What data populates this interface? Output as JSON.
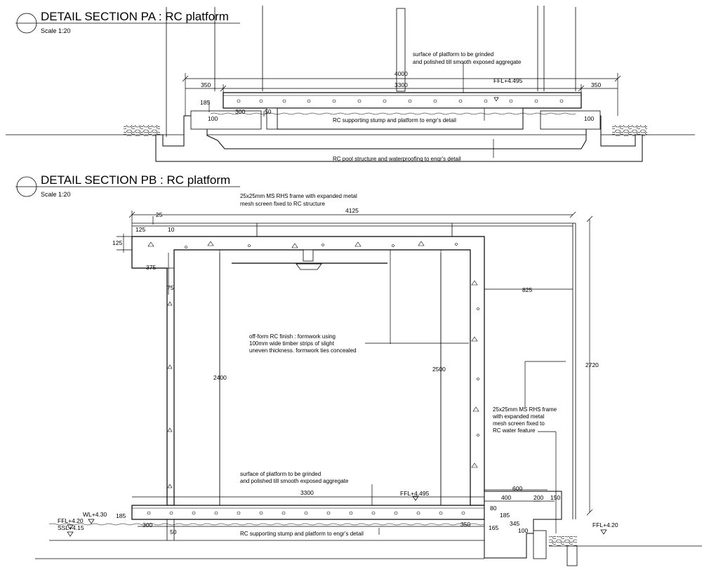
{
  "section_pa": {
    "title": "DETAIL SECTION PA : RC platform",
    "scale": "Scale 1:20",
    "note_surface_1": "surface of platform to be grinded",
    "note_surface_2": "and polished till smooth exposed aggregate",
    "note_stump": "RC supporting stump and platform to engr's detail",
    "note_pool": "RC pool structure and waterproofing to engr's detail",
    "ffl": "FFL+4.495",
    "dims": {
      "overall": "4000",
      "inner": "3300",
      "left_overhang": "350",
      "right_overhang": "350",
      "left_depth": "185",
      "left_stump": "300",
      "left_gap": "50",
      "left_edge": "100",
      "right_edge": "100"
    }
  },
  "section_pb": {
    "title": "DETAIL SECTION PB : RC platform",
    "scale": "Scale 1:20",
    "note_frame_1": "25x25mm MS RHS frame with expanded metal",
    "note_frame_2": "mesh screen fixed to RC structure",
    "note_finish_1": "off-form RC finish : formwork using",
    "note_finish_2": "100mm wide timber strips of slight",
    "note_finish_3": "uneven thickness. formwork ties concealed",
    "note_feature_1": "25x25mm MS RHS frame",
    "note_feature_2": "with expanded metal",
    "note_feature_3": "mesh screen fixed to",
    "note_feature_4": "RC water feature",
    "note_surface_1": "surface of platform to be grinded",
    "note_surface_2": "and polished till smooth exposed aggregate",
    "note_stump": "RC supporting stump and platform to engr's detail",
    "levels": {
      "wl": "WL+4.30",
      "ffl_left": "FFL+4.20",
      "ssl": "SSL+4.15",
      "ffl_platform": "FFL+4.495",
      "ffl_right": "FFL+4.20"
    },
    "dims": {
      "overall": "4125",
      "top_25": "25",
      "top_125": "125",
      "top_10": "10",
      "left_125": "125",
      "left_375": "375",
      "wall_75": "75",
      "height_2400": "2400",
      "height_2500": "2500",
      "side_825": "825",
      "height_2720": "2720",
      "platform_3300": "3300",
      "platform_185": "185",
      "stump_300": "300",
      "gap_50": "50",
      "right_350": "350",
      "right_165": "165",
      "right_600": "600",
      "right_400": "400",
      "right_200": "200",
      "right_150": "150",
      "right_80": "80",
      "right_185": "185",
      "right_345": "345",
      "right_100": "100"
    }
  }
}
